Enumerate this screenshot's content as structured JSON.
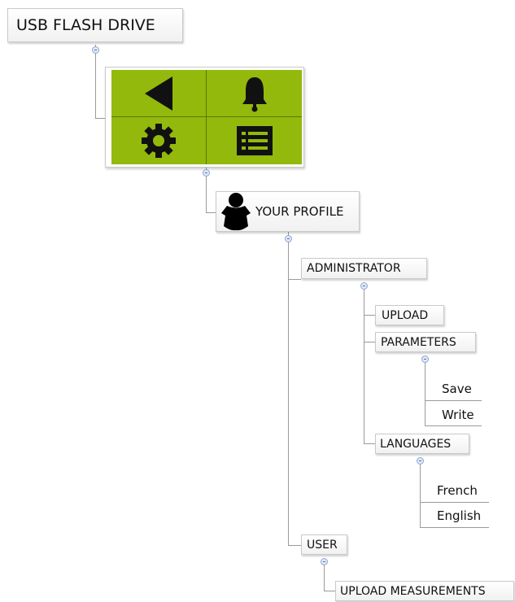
{
  "root": {
    "label": "USB FLASH DRIVE"
  },
  "menu_panel": {
    "icons": [
      "back-arrow-icon",
      "bell-icon",
      "gear-icon",
      "list-icon"
    ],
    "background_color": "#93b90c"
  },
  "profile": {
    "label": "YOUR PROFILE",
    "icon": "user-silhouette-icon"
  },
  "administrator": {
    "label": "ADMINISTRATOR",
    "children": {
      "upload": "UPLOAD",
      "parameters": {
        "label": "PARAMETERS",
        "items": [
          "Save",
          "Write"
        ]
      },
      "languages": {
        "label": "LANGUAGES",
        "items": [
          "French",
          "English"
        ]
      }
    }
  },
  "user": {
    "label": "USER",
    "children": {
      "upload_measurements": "UPLOAD MEASUREMENTS"
    }
  }
}
